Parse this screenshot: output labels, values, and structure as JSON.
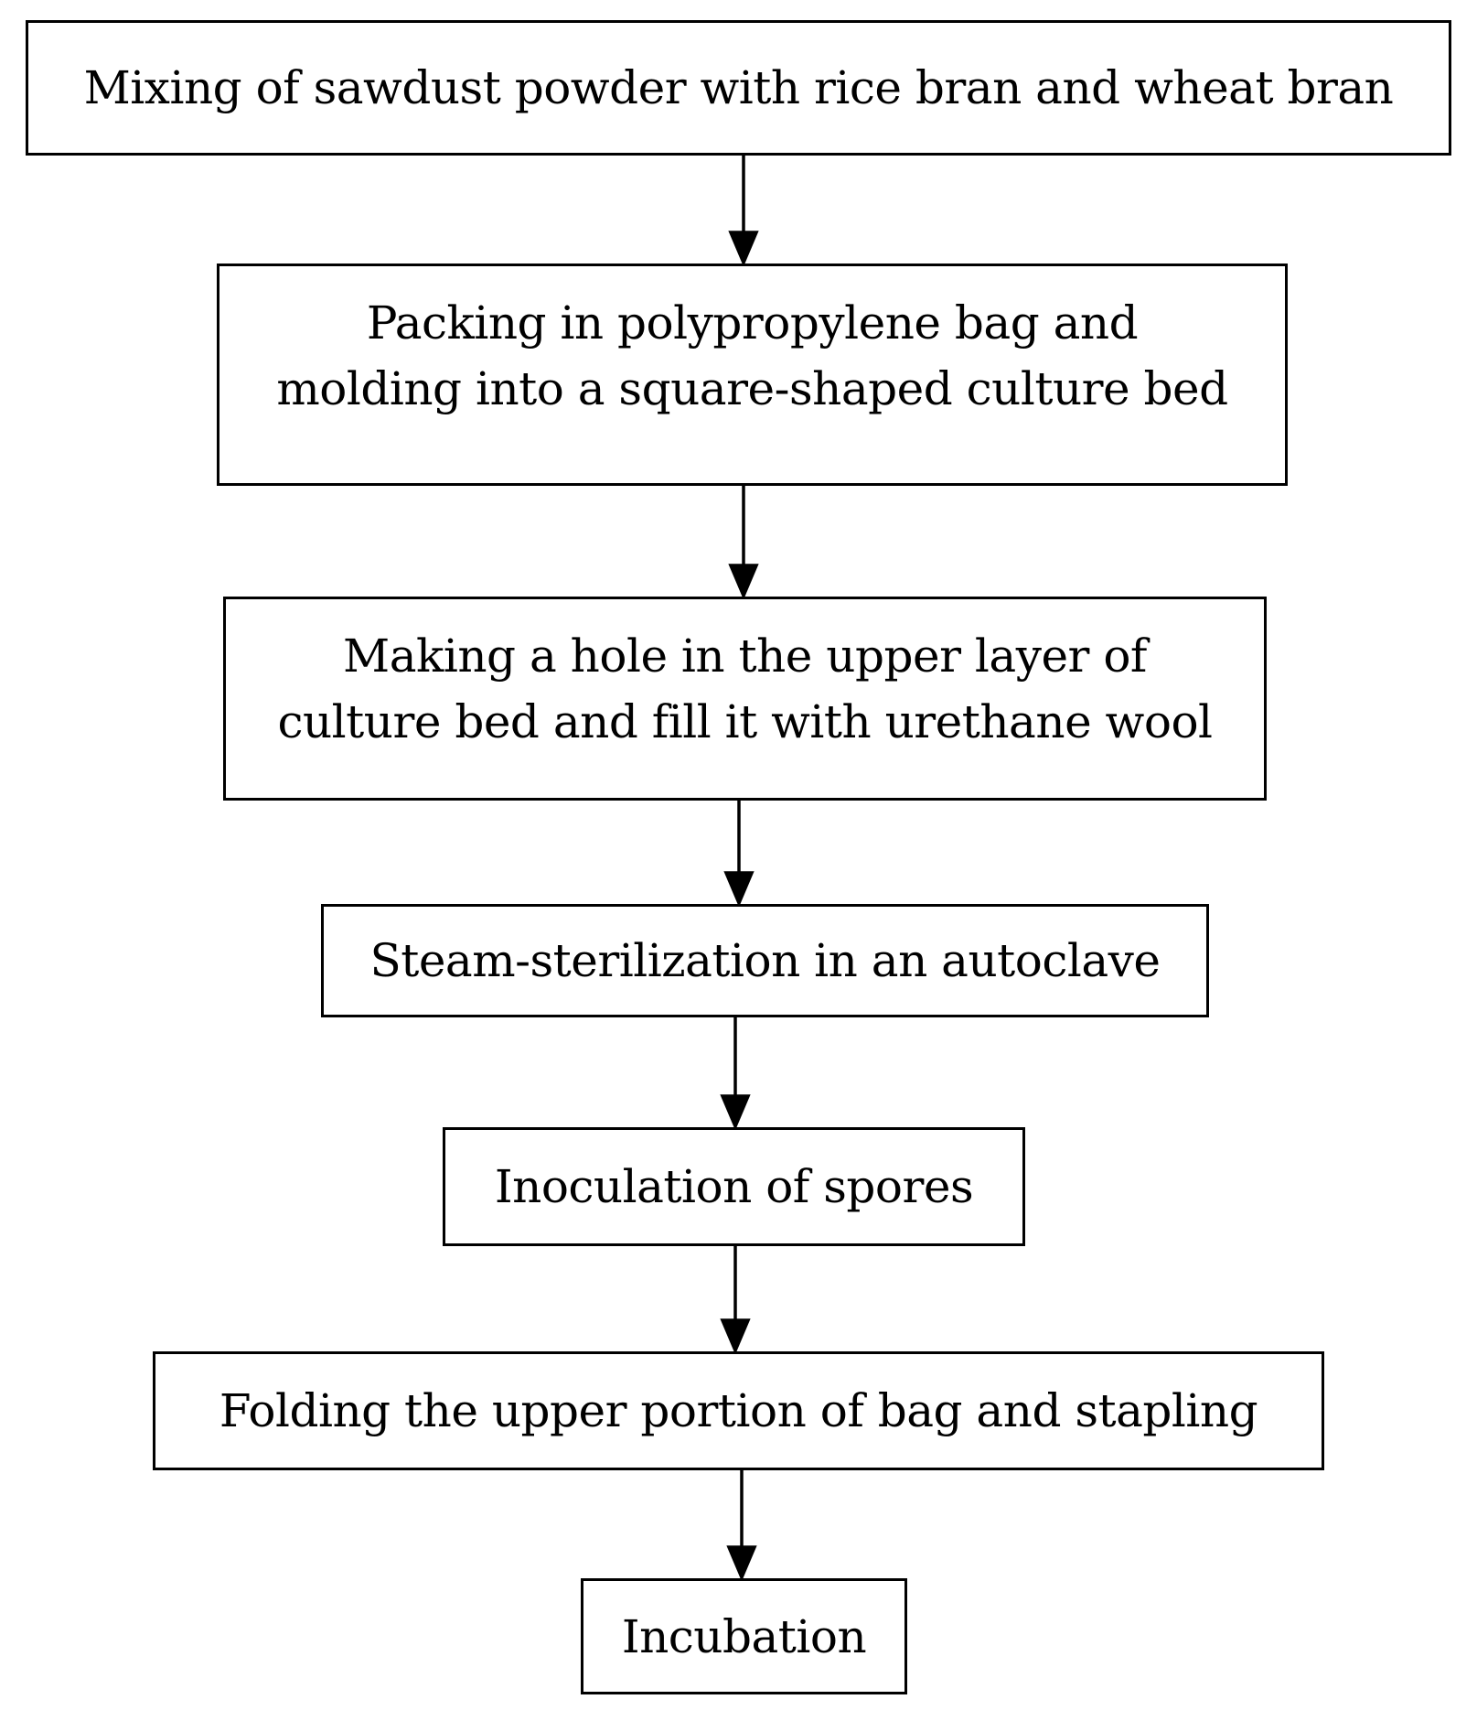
{
  "steps": [
    "Mixing  of sawdust powder with rice bran and wheat bran",
    "Packing in polypropylene bag and\nmolding into a square-shaped culture bed",
    "Making a hole in the upper layer of\nculture bed and fill it with urethane wool",
    "Steam-sterilization in an autoclave",
    "Inoculation of spores",
    "Folding  the upper portion of bag and stapling",
    "Incubation"
  ]
}
